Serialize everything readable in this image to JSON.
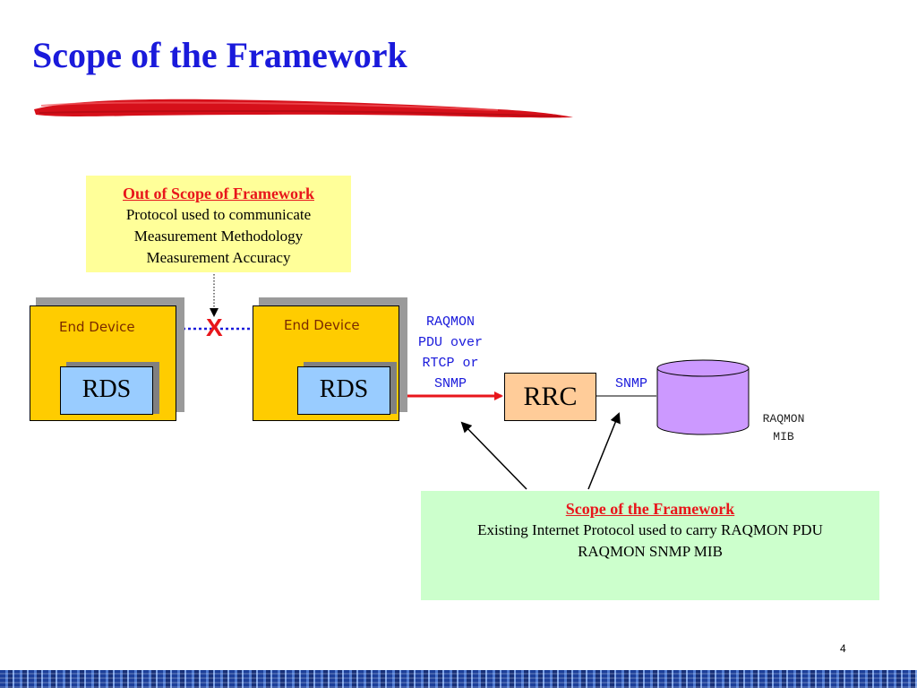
{
  "slide": {
    "title": "Scope of the Framework",
    "page_number": "4"
  },
  "out_of_scope": {
    "heading": "Out of Scope of Framework",
    "lines": [
      "Protocol used to communicate",
      "Measurement Methodology",
      "Measurement Accuracy"
    ]
  },
  "in_scope": {
    "heading": "Scope of the Framework",
    "lines": [
      "Existing Internet Protocol used to carry RAQMON PDU",
      "RAQMON SNMP MIB"
    ]
  },
  "devices": [
    {
      "label": "End Device",
      "module": "RDS"
    },
    {
      "label": "End Device",
      "module": "RDS"
    }
  ],
  "blocked_marker": "X",
  "pdu_label": [
    "RAQMON",
    "PDU over",
    "RTCP or",
    "SNMP"
  ],
  "rrc_label": "RRC",
  "snmp_label": "SNMP",
  "mib_label": [
    "RAQMON",
    "MIB"
  ],
  "colors": {
    "title": "#1a1adb",
    "accent_red": "#e8161b",
    "device_fill": "#ffcc00",
    "rds_fill": "#99ccff",
    "rrc_fill": "#ffcc99",
    "mib_fill": "#cc99ff",
    "out_of_scope_fill": "#ffff99",
    "in_scope_fill": "#ccffcc"
  }
}
